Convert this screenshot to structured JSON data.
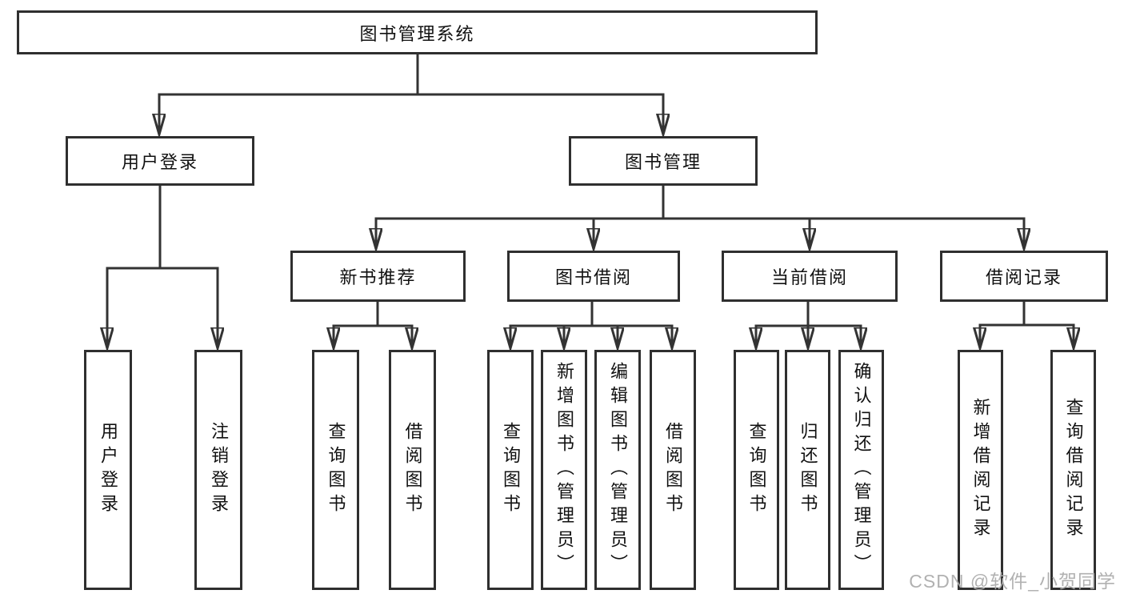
{
  "diagram": {
    "root_label": "图书管理系统",
    "level2": [
      "用户登录",
      "图书管理"
    ],
    "level3": [
      "新书推荐",
      "图书借阅",
      "当前借阅",
      "借阅记录"
    ],
    "leaves_user_login": [
      "用户登录",
      "注销登录"
    ],
    "leaves_new_book": [
      "查询图书",
      "借阅图书"
    ],
    "leaves_book_borrow": [
      "查询图书",
      "新增图书（管理员）",
      "编辑图书（管理员）",
      "借阅图书"
    ],
    "leaves_current_borrow": [
      "查询图书",
      "归还图书",
      "确认归还（管理员）"
    ],
    "leaves_borrow_record": [
      "新增借阅记录",
      "查询借阅记录"
    ]
  },
  "watermark": {
    "text": "CSDN @软件_小贺同学",
    "color": "#ababab"
  },
  "colors": {
    "line": "#333333",
    "box_border": "#2f2f2f",
    "text": "#111111",
    "background": "#ffffff"
  }
}
